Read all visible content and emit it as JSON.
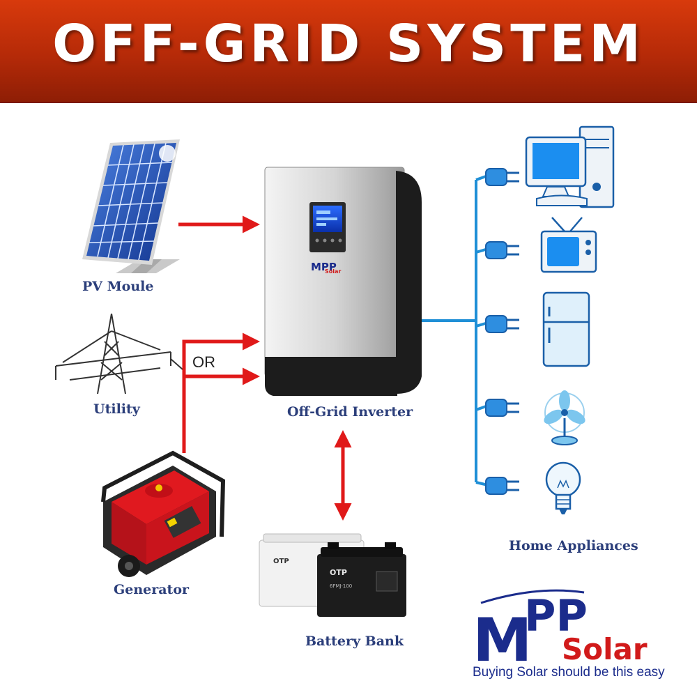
{
  "banner": {
    "title": "OFF-GRID SYSTEM"
  },
  "labels": {
    "pv": "PV Moule",
    "utility": "Utility",
    "generator": "Generator",
    "inverter": "Off-Grid Inverter",
    "battery": "Battery Bank",
    "appliances": "Home Appliances",
    "or": "OR"
  },
  "inverter": {
    "brand_mark": "MPP",
    "brand_sub": "Solar"
  },
  "battery": {
    "brand": "OTP",
    "model": "6FMJ-100"
  },
  "logo": {
    "mark_m": "M",
    "mark_pp": "PP",
    "mark_solar": "Solar",
    "tagline": "Buying Solar should be this easy"
  },
  "colors": {
    "banner": "#c0300a",
    "flow_arrow": "#e01919",
    "load_wire": "#1f8fd6",
    "label_text": "#2b3e7a",
    "logo_blue": "#1b2c8c",
    "logo_red": "#d11a1a"
  },
  "icons": [
    "solar-panel-icon",
    "power-tower-icon",
    "generator-icon",
    "inverter-icon",
    "battery-icon",
    "plug-icon",
    "computer-icon",
    "tv-icon",
    "fridge-icon",
    "fan-icon",
    "bulb-icon"
  ]
}
